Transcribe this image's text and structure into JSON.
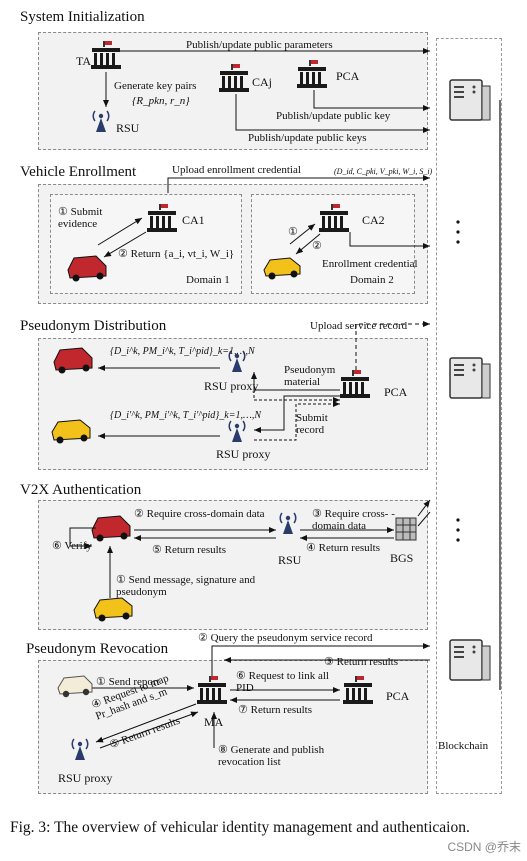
{
  "figure": {
    "caption": "Fig. 3: The overview of vehicular identity management and authenticaion.",
    "watermark": "CSDN @乔末"
  },
  "sections": {
    "init": {
      "title": "System Initialization",
      "ta": "TA",
      "caj": "CAj",
      "pca": "PCA",
      "rsu": "RSU",
      "publish_params": "Publish/update public parameters",
      "gen_keys": "Generate key pairs",
      "key_formula": "{R_pkn, r_n}",
      "publish_pub_key": "Publish/update public key",
      "publish_pub_keys": "Publish/update public keys"
    },
    "enroll": {
      "title": "Vehicle Enrollment",
      "upload_cred": "Upload enrollment credential",
      "cred_formula": "(D_id, C_pki, V_pki, W_i, S_i)",
      "submit": "① Submit evidence",
      "return": "② Return {a_i, vt_i, W_i}",
      "ca1": "CA1",
      "ca2": "CA2",
      "domain1": "Domain 1",
      "domain2": "Domain 2",
      "enroll_cred": "Enrollment credential",
      "n1": "①",
      "n2": "②"
    },
    "pseudo": {
      "title": "Pseudonym Distribution",
      "upload_service": "Upload service record",
      "set1": "{D_i^k, PM_i^k, T_i^pid}_k=1,…,N",
      "set2": "{D_i'^k, PM_i'^k, T_i'^pid}_k=1,…,N",
      "rsu_proxy_1": "RSU proxy",
      "rsu_proxy_2": "RSU proxy",
      "pseudonym_material": "Pseudonym material",
      "pca": "PCA",
      "submit_record": "Submit record"
    },
    "v2x": {
      "title": "V2X Authentication",
      "verify": "⑥ Verify",
      "require_data": "② Require cross-domain data",
      "require_cross": "③ Require cross- -domain data",
      "return_results_5": "⑤ Return results",
      "return_results_4": "④ Return results",
      "rsu": "RSU",
      "bgs": "BGS",
      "send_msg": "① Send message, signature and pseudonym"
    },
    "revoke": {
      "title": "Pseudonym Revocation",
      "query": "② Query the pseudonym service record",
      "return_results_3": "③ Return results",
      "send_report": "① Send report",
      "request_link": "⑥ Request to link all PID",
      "ma": "MA",
      "pca": "PCA",
      "return_results_7": "⑦ Return results",
      "request_map": "④ Request to map Pr_hash and s_m",
      "return_results_5": "⑤ Return results",
      "generate": "⑧ Generate and publish revocation list",
      "rsu_proxy": "RSU proxy"
    }
  },
  "blockchain": {
    "label": "Blockchain"
  }
}
